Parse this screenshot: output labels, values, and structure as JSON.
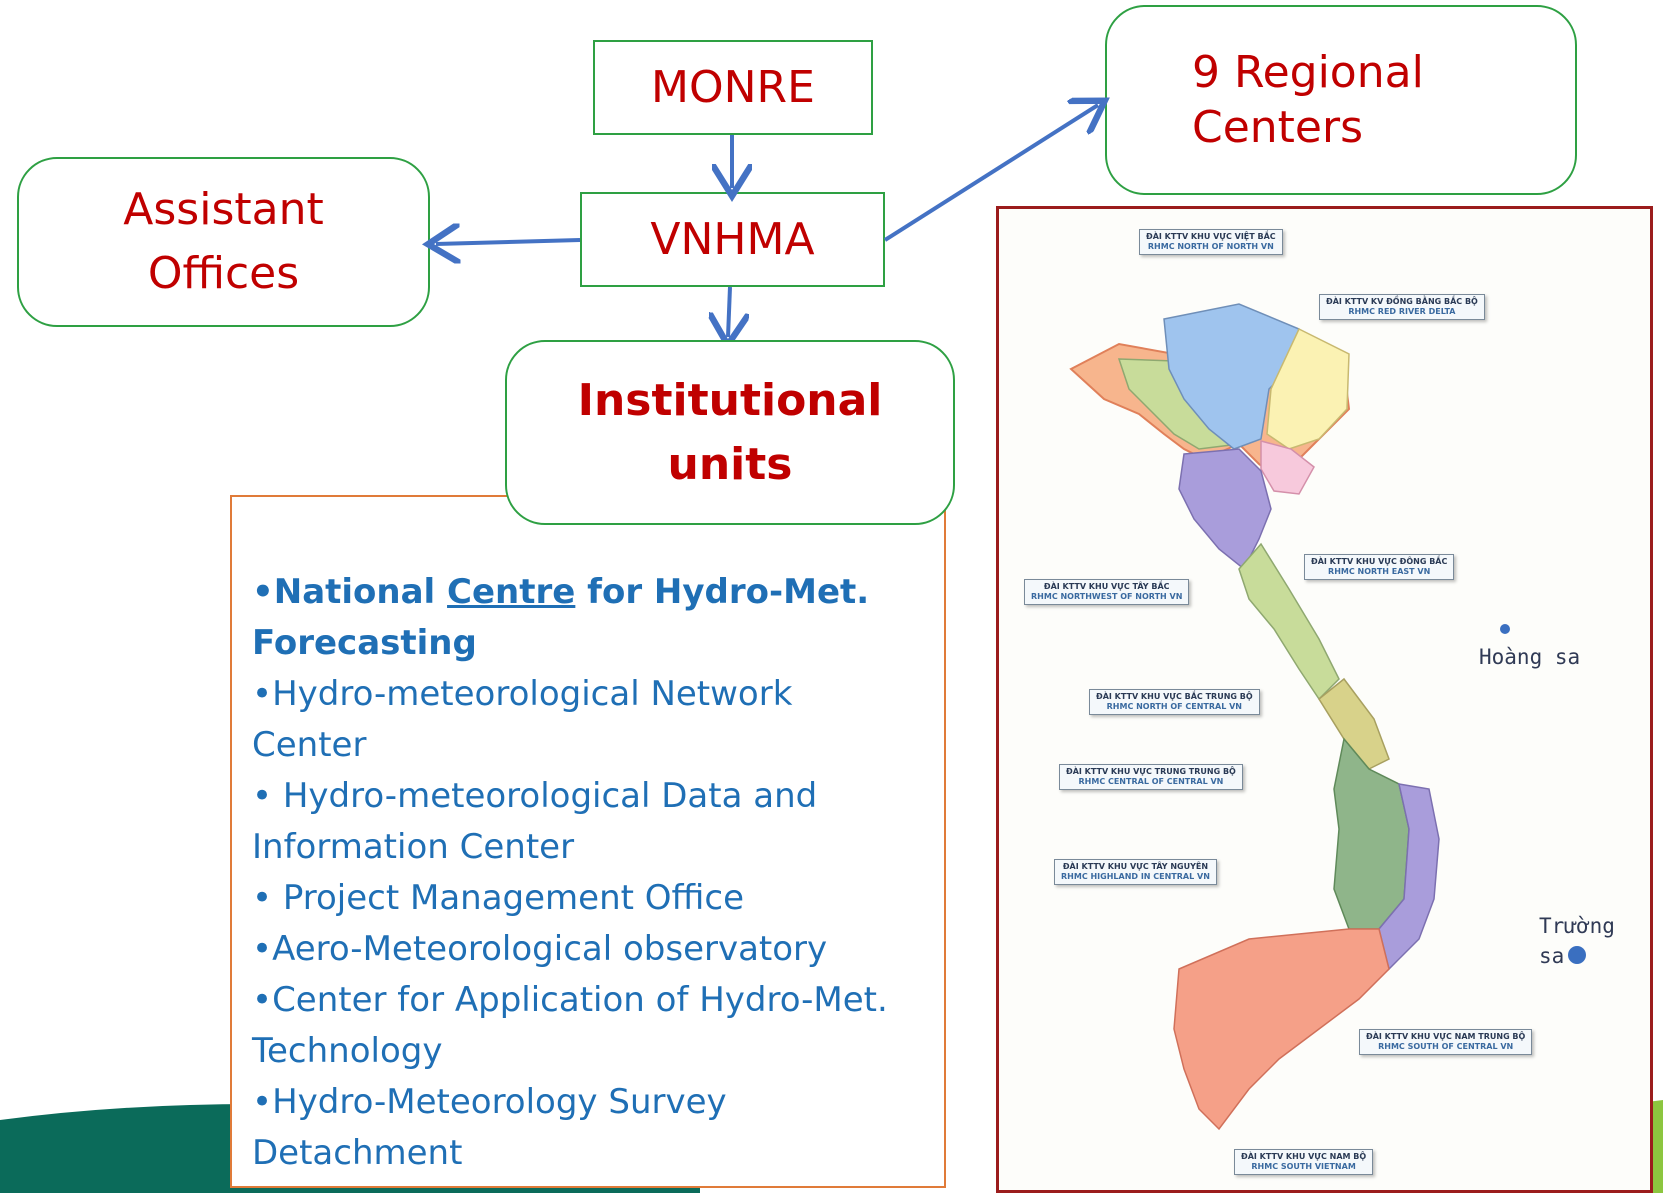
{
  "org": {
    "monre": "MONRE",
    "vnhma": "VNHMA",
    "assistant_offices": "Assistant\nOffices",
    "regional_centers": "9 Regional\nCenters",
    "institutional_units": "Institutional\nunits"
  },
  "units": {
    "item1_a": "National ",
    "item1_b": "Centre",
    "item1_c": " for Hydro-Met.",
    "item1_d": "Forecasting",
    "item2_a": "Hydro-meteorological Network",
    "item2_b": "Center",
    "item3_a": " Hydro-meteorological Data and",
    "item3_b": "Information Center",
    "item4": " Project Management Office",
    "item5": "Aero-Meteorological observatory",
    "item6_a": "Center for Application of Hydro-Met.",
    "item6_b": "Technology",
    "item7_a": "Hydro-Meteorology Survey",
    "item7_b": "Detachment"
  },
  "map": {
    "labels": [
      {
        "vn": "ĐÀI KTTV KHU VỰC VIỆT BẮC",
        "en": "RHMC NORTH OF NORTH VN"
      },
      {
        "vn": "ĐÀI KTTV KV ĐỒNG BẰNG BẮC BỘ",
        "en": "RHMC RED RIVER DELTA"
      },
      {
        "vn": "ĐÀI KTTV KHU VỰC ĐÔNG BẮC",
        "en": "RHMC NORTH EAST VN"
      },
      {
        "vn": "ĐÀI KTTV KHU VỰC TÂY BẮC",
        "en": "RHMC NORTHWEST OF NORTH VN"
      },
      {
        "vn": "ĐÀI KTTV KHU VỰC BẮC TRUNG BỘ",
        "en": "RHMC NORTH OF CENTRAL VN"
      },
      {
        "vn": "ĐÀI KTTV KHU VỰC TRUNG TRUNG BỘ",
        "en": "RHMC CENTRAL OF CENTRAL VN"
      },
      {
        "vn": "ĐÀI KTTV KHU VỰC TÂY NGUYÊN",
        "en": "RHMC HIGHLAND IN CENTRAL VN"
      },
      {
        "vn": "ĐÀI KTTV KHU VỰC NAM TRUNG BỘ",
        "en": "RHMC SOUTH OF CENTRAL VN"
      },
      {
        "vn": "ĐÀI KTTV KHU VỰC NAM BỘ",
        "en": "RHMC SOUTH VIETNAM"
      }
    ],
    "hoang_sa": "Hoàng sa",
    "truong_sa_1": "Trường",
    "truong_sa_2": "sa"
  },
  "colors": {
    "box_border": "#2ea043",
    "box_text": "#c00000",
    "list_border": "#e07b39",
    "list_text": "#1f6fb5",
    "arrow": "#4472c4",
    "map_frame": "#9b1c1c"
  }
}
